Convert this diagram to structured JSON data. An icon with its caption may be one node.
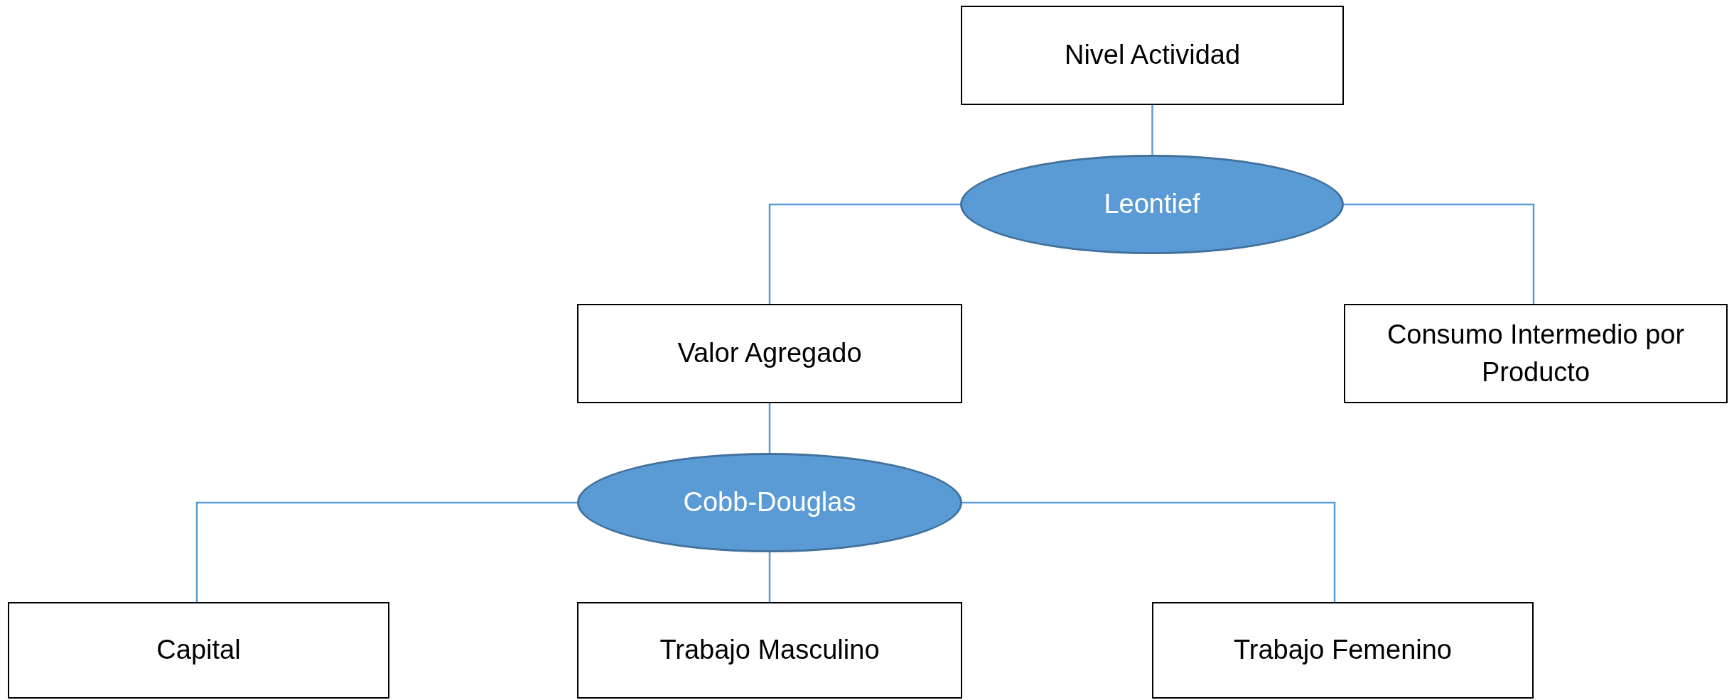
{
  "diagram": {
    "nodes": [
      {
        "text": [
          "Nivel Actividad"
        ]
      },
      {
        "text": [
          "Leontief"
        ]
      },
      {
        "text": [
          "Valor Agregado"
        ]
      },
      {
        "text": [
          "Consumo Intermedio por Producto"
        ]
      },
      {
        "text": [
          "Cobb-Douglas"
        ]
      },
      {
        "text": [
          "Capital"
        ]
      },
      {
        "text": [
          "Trabajo Masculino"
        ]
      },
      {
        "text": [
          "Trabajo Femenino"
        ]
      }
    ],
    "edges": [
      {
        "from": 0,
        "to": 1,
        "arrow": "none"
      },
      {
        "from": 1,
        "to": 2,
        "arrow": "none"
      },
      {
        "from": 1,
        "to": 3,
        "arrow": "none"
      },
      {
        "from": 2,
        "to": 4,
        "arrow": "none"
      },
      {
        "from": 4,
        "to": 5,
        "arrow": "none"
      },
      {
        "from": 4,
        "to": 6,
        "arrow": "none"
      },
      {
        "from": 4,
        "to": 7,
        "arrow": "none"
      }
    ]
  }
}
